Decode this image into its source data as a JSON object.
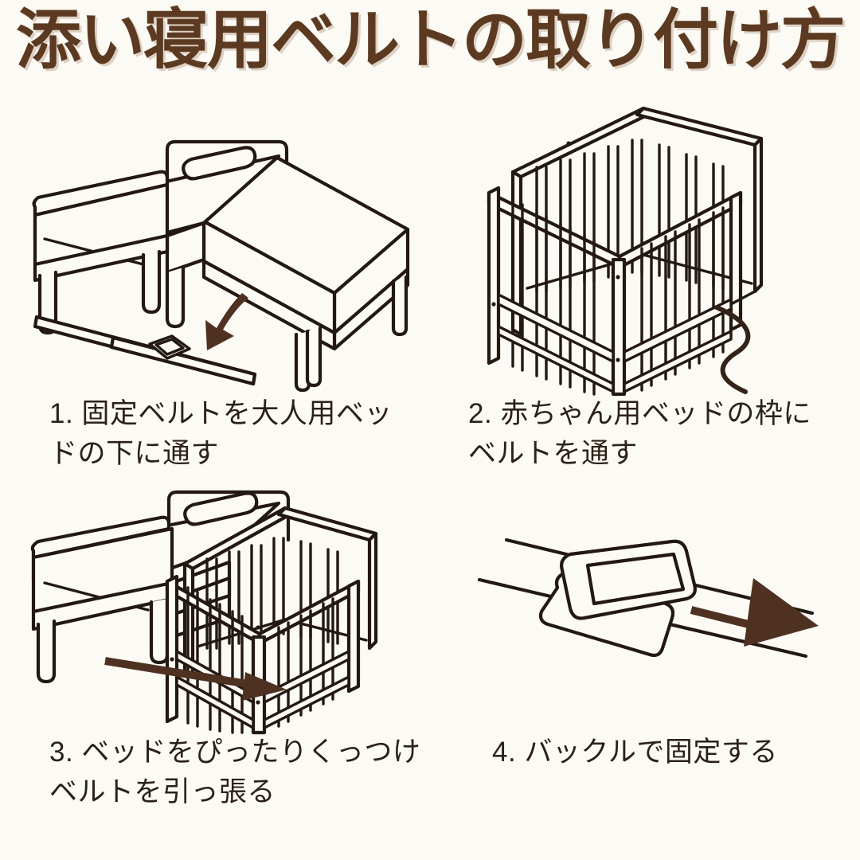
{
  "page": {
    "title": "添い寝用ベルトの取り付け方",
    "background_color": "#FCFAF4",
    "title_color": "#5B3A21",
    "caption_color": "#2C2119",
    "line_color": "#231812",
    "arrow_color": "#4E3121"
  },
  "steps": [
    {
      "number": "1.",
      "caption": "1. 固定ベルトを大人用ベッ\nドの下に通す",
      "illustration": "adult-bed-with-belt-underneath",
      "elements": [
        "headboard",
        "pillow",
        "mattress",
        "bed-frame",
        "bed-legs",
        "fixing-belt",
        "belt-buckle",
        "down-arrow"
      ]
    },
    {
      "number": "2.",
      "caption": "2. 赤ちゃん用ベッドの枠に\nベルトを通す",
      "illustration": "baby-crib-with-belt-threaded",
      "elements": [
        "crib-frame",
        "crib-slats",
        "crib-legs",
        "crib-mattress-support",
        "belt-cord"
      ]
    },
    {
      "number": "3.",
      "caption": "3. ベッドをぴったりくっつけ\nベルトを引っ張る",
      "illustration": "adult-bed-and-crib-joined",
      "elements": [
        "headboard",
        "pillow",
        "mattress",
        "bed-legs",
        "crib-frame",
        "crib-slats",
        "right-arrow"
      ]
    },
    {
      "number": "4.",
      "caption": "4. バックルで固定する",
      "illustration": "belt-buckle-closeup",
      "elements": [
        "belt-strap",
        "buckle",
        "pull-arrow"
      ]
    }
  ]
}
